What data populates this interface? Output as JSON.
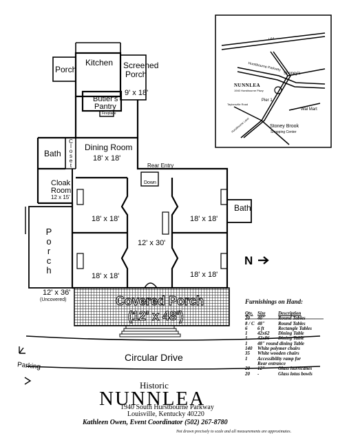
{
  "floor_plan": {
    "kitchen": "Kitchen",
    "porch_small": "Porch",
    "screened_porch_1": "Screened",
    "screened_porch_2": "Porch",
    "screened_porch_dim": "9' x 18'",
    "butlers_pantry_1": "Butler's",
    "butlers_pantry_2": "Pantry",
    "fireplace_note": "Fireplace",
    "closet_letters": [
      "C",
      "l",
      "o",
      "s",
      "e",
      "t"
    ],
    "bath_left": "Bath",
    "dining_room": "Dining Room",
    "dining_dim": "18' x 18'",
    "rear_entry": "Rear Entry",
    "down": "Down",
    "cloak_room_1": "Cloak",
    "cloak_room_2": "Room",
    "cloak_dim": "12 x 15'",
    "bath_right": "Bath",
    "room_dims": [
      "18' x 18'",
      "18' x 18'",
      "12' x 30'",
      "18' x 18'",
      "18' x 18'"
    ],
    "porch_side_letters": [
      "P",
      "o",
      "r",
      "c",
      "h"
    ],
    "porch_side_dim": "12' x 36'",
    "porch_side_note": "(Uncovered)",
    "covered_porch": "Covered Porch",
    "covered_porch_dim": "(12' x 48')",
    "north": "N",
    "parking": "Parking",
    "circular_drive": "Circular Drive"
  },
  "map": {
    "road_label": "I-64",
    "hurstbourne": "Hurstbourne Parkway",
    "shoneys": "Shoney's",
    "nunnlea": "NUNNLEA",
    "nunnlea_addr": "1940 Hurstbourne Pkwy",
    "pier1": "Pier 1",
    "walmart": "Wal Mart",
    "taylorsville": "Taylorsville Road",
    "stoneybrook": "Stoney Brook",
    "shopping": "Shopping Center",
    "hurstbourne_lane": "Hurstbourne Lane"
  },
  "furnishings": {
    "title": "Furnishings on Hand:",
    "headers": [
      "Qty.",
      "Size",
      "Description"
    ],
    "rows": [
      [
        "20",
        "40\"",
        "Round Tables"
      ],
      [
        "8 / C",
        "48\"",
        "Round Tables"
      ],
      [
        "6",
        "6 ft",
        "Rectangle Tables"
      ],
      [
        "1",
        "42x62",
        "Dining Table"
      ],
      [
        "1",
        "42x86",
        "Dining Table"
      ],
      [
        "1",
        "48\" round dining Table",
        ""
      ],
      [
        "140",
        "White polymer chairs",
        ""
      ],
      [
        "35",
        "White wooden chairs",
        ""
      ],
      [
        "1",
        "Accessibility ramp for",
        ""
      ],
      [
        "",
        "Rear entrance",
        ""
      ],
      [
        "20",
        "12\"",
        "Glass hurricanes"
      ],
      [
        "20",
        "-",
        "Glass lotus bowls"
      ]
    ]
  },
  "brand": {
    "historic": "Historic",
    "name": "NUNNLEA",
    "address1": "1940 South Hurstbourne Parkway",
    "address2": "Louisville, Kentucky 40220",
    "coordinator": "Kathleen Owen, Event Coordinator (502) 267-8780",
    "disclaimer": "Not drawn precisely to scale and all measurements are approximates."
  }
}
